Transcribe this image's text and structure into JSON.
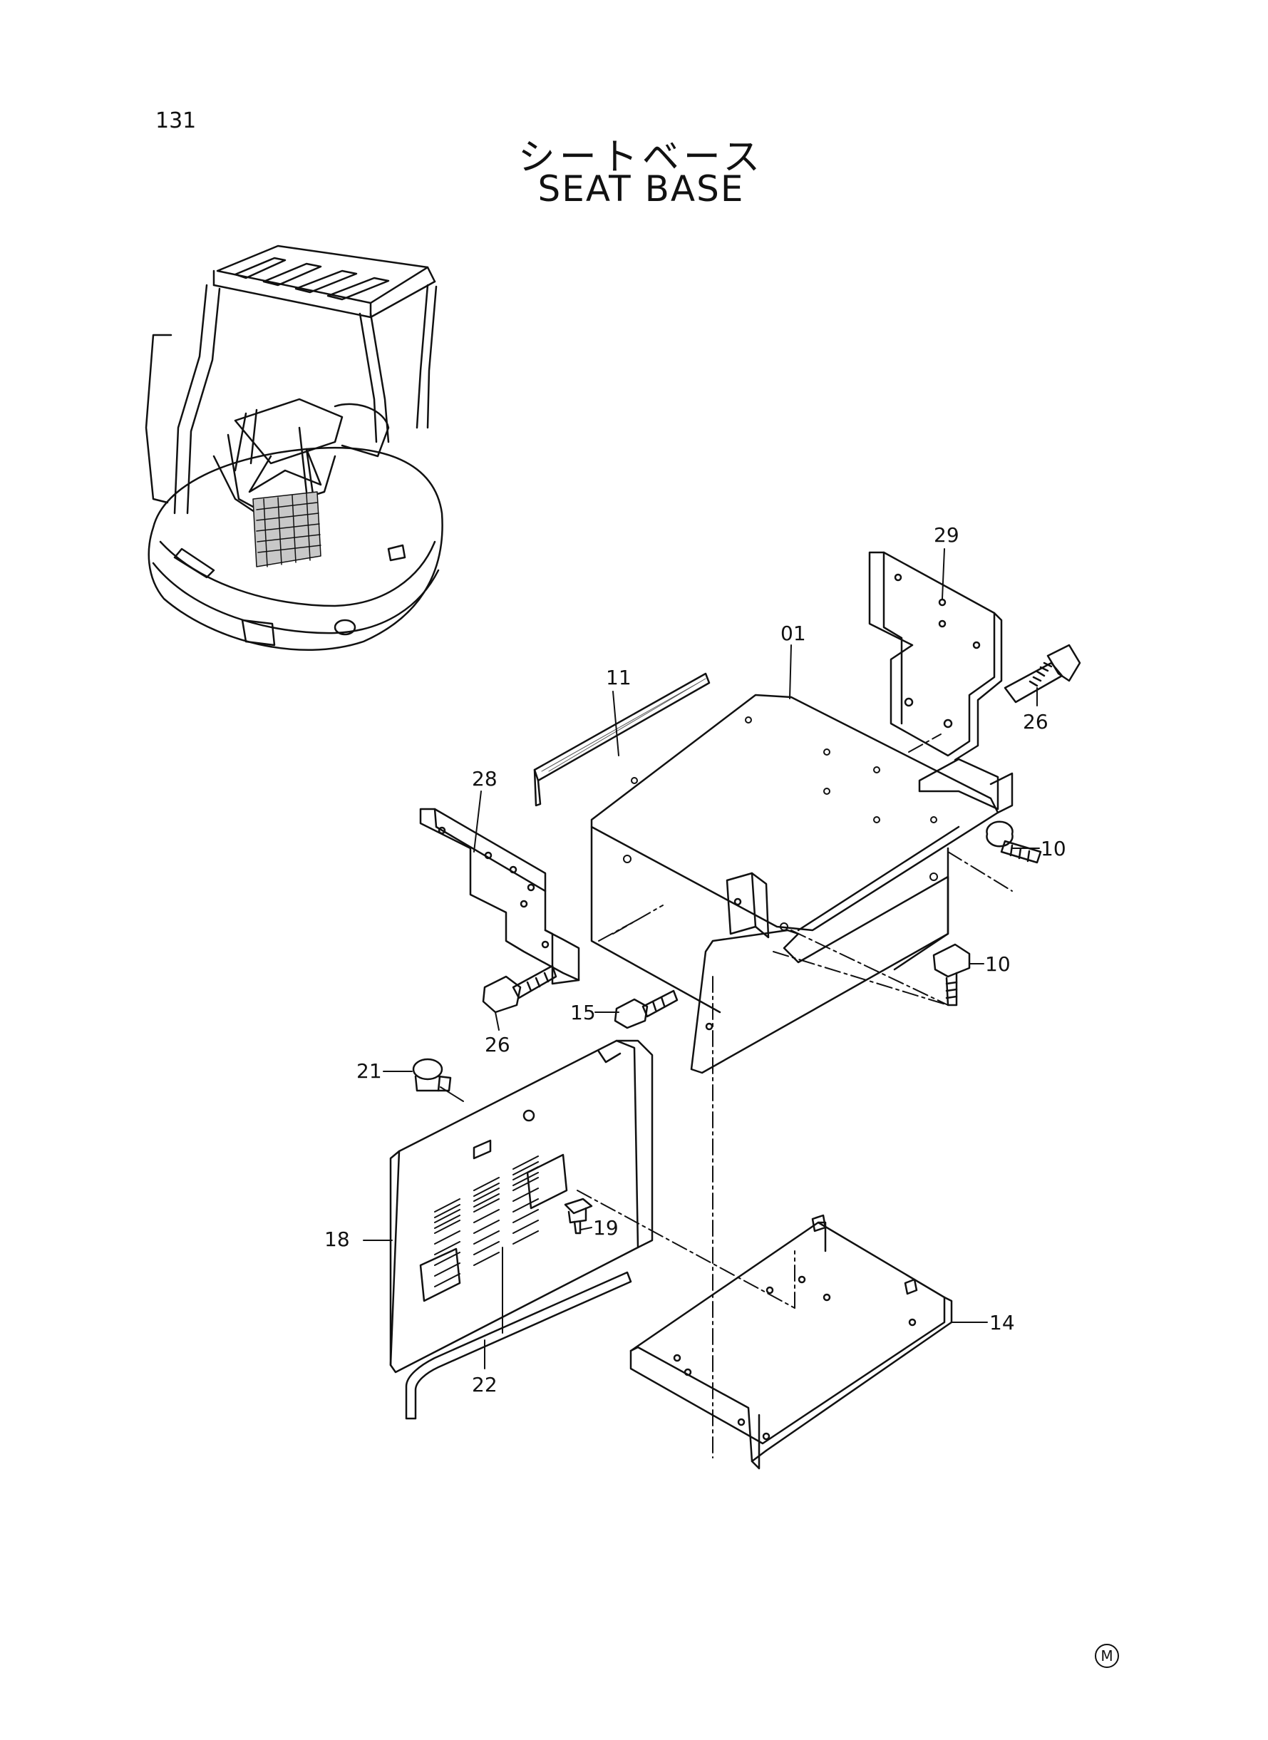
{
  "page_number": "131",
  "title_ja": "シートベース",
  "title_en": "SEAT BASE",
  "callouts": {
    "c01": "01",
    "c29": "29",
    "c11": "11",
    "c26a": "26",
    "c28": "28",
    "c10a": "10",
    "c10b": "10",
    "c26b": "26",
    "c15": "15",
    "c21": "21",
    "c18": "18",
    "c19": "19",
    "c22": "22",
    "c14": "14"
  },
  "mark": "M"
}
